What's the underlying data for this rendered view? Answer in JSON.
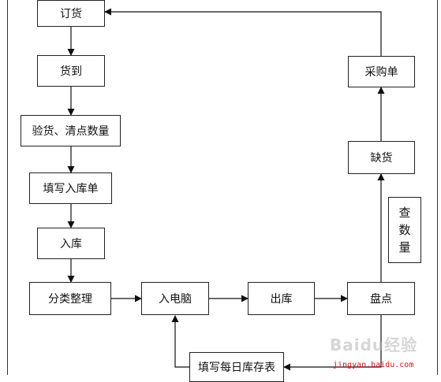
{
  "nodes": {
    "order": "订货",
    "arrival": "货到",
    "inspect": "验货、清点数量",
    "fill_form": "填写入库单",
    "store_in": "入库",
    "sort": "分类整理",
    "enter_pc": "入电脑",
    "store_out": "出库",
    "inventory": "盘点",
    "shortage": "缺货",
    "purchase": "采购单",
    "daily_stock": "填写每日库存表",
    "check_qty": [
      "查",
      "数",
      "量"
    ]
  },
  "watermark": {
    "brand": "Baidu经验",
    "url": "jingyan.baidu.com"
  }
}
